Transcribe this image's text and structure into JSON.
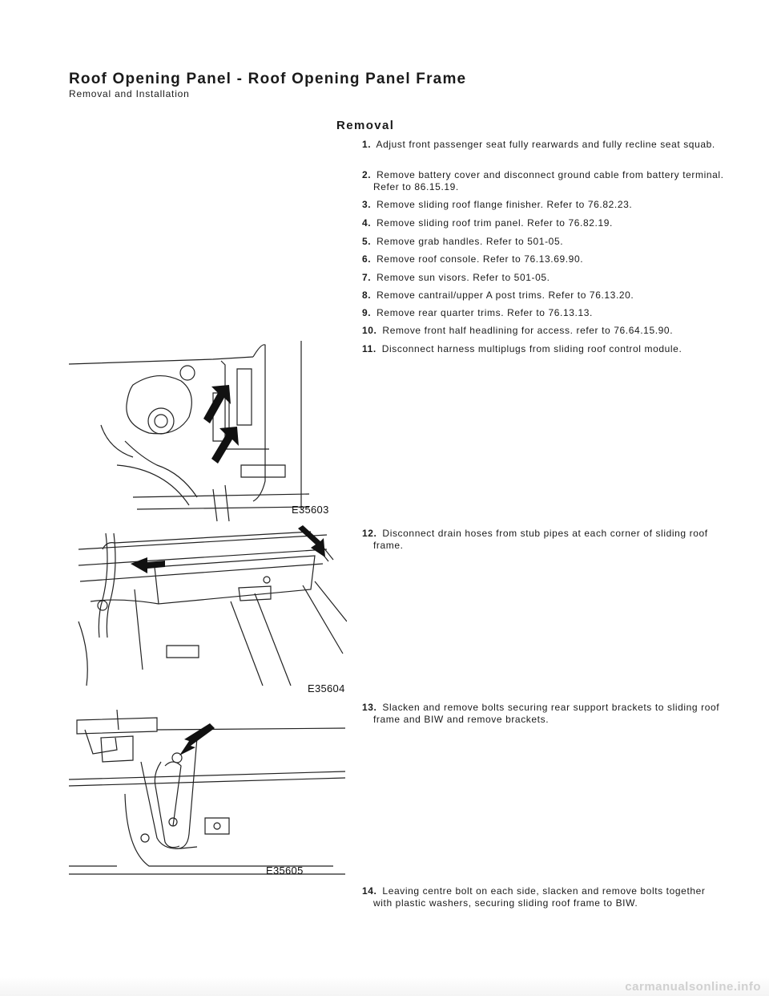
{
  "header": {
    "title": "Roof Opening Panel - Roof Opening Panel Frame",
    "subtitle": "Removal and Installation"
  },
  "section_heading": "Removal",
  "steps": [
    {
      "num": "1.",
      "text": "Adjust front passenger seat fully rearwards and fully recline seat squab."
    },
    {
      "num": "2.",
      "text": "Remove battery cover and disconnect ground cable from battery terminal. Refer to 86.15.19."
    },
    {
      "num": "3.",
      "text": "Remove sliding roof flange finisher. Refer to 76.82.23."
    },
    {
      "num": "4.",
      "text": "Remove sliding roof trim panel. Refer to 76.82.19."
    },
    {
      "num": "5.",
      "text": "Remove grab handles. Refer to 501-05."
    },
    {
      "num": "6.",
      "text": "Remove roof console. Refer to 76.13.69.90."
    },
    {
      "num": "7.",
      "text": "Remove sun visors. Refer to 501-05."
    },
    {
      "num": "8.",
      "text": "Remove cantrail/upper A post trims. Refer to 76.13.20."
    },
    {
      "num": "9.",
      "text": "Remove rear quarter trims. Refer to 76.13.13."
    },
    {
      "num": "10.",
      "text": "Remove front half headlining for access. refer to 76.64.15.90."
    },
    {
      "num": "11.",
      "text": "Disconnect harness multiplugs from sliding roof control module."
    },
    {
      "num": "12.",
      "text": "Disconnect drain hoses from stub pipes at each corner of sliding roof frame."
    },
    {
      "num": "13.",
      "text": "Slacken and remove bolts securing rear support brackets to sliding roof frame and BIW and remove brackets."
    },
    {
      "num": "14.",
      "text": "Leaving centre bolt on each side, slacken and remove bolts together with plastic washers, securing sliding roof frame to BIW."
    }
  ],
  "figures": [
    {
      "code": "E35603"
    },
    {
      "code": "E35604"
    },
    {
      "code": "E35605"
    }
  ],
  "watermark": "carmanualsonline.info"
}
